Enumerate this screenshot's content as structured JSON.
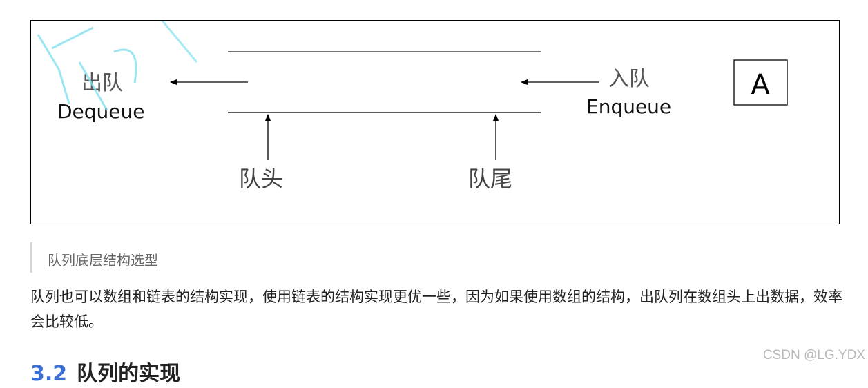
{
  "diagram": {
    "dequeue_cn": "出队",
    "dequeue_en": "Dequeue",
    "enqueue_cn": "入队",
    "enqueue_en": "Enqueue",
    "head_label": "队头",
    "tail_label": "队尾",
    "box_label": "A"
  },
  "quote": {
    "text": "队列底层结构选型"
  },
  "paragraph": {
    "text": "队列也可以数组和链表的结构实现，使用链表的结构实现更优一些，因为如果使用数组的结构，出队列在数组头上出数据，效率会比较低。"
  },
  "heading": {
    "number": "3.2",
    "title": "队列的实现"
  },
  "watermark": {
    "text": "CSDN @LG.YDX"
  },
  "colors": {
    "accent": "#3a6fd6",
    "watermark_cyan": "#7fe0ef"
  }
}
